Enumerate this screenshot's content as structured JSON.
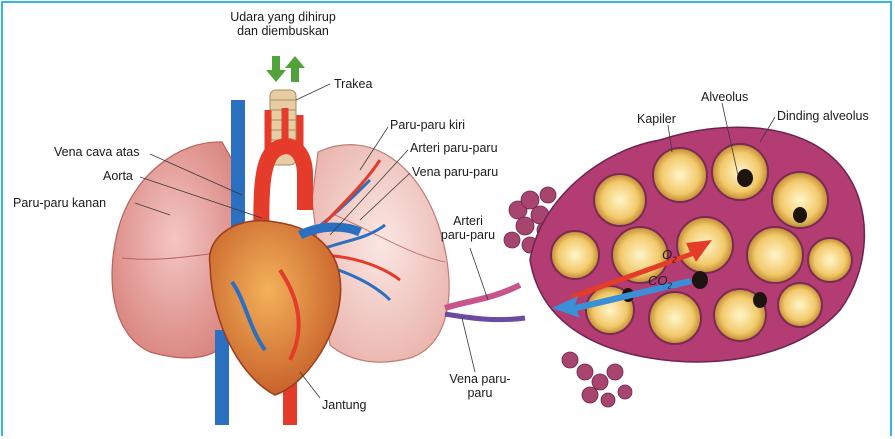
{
  "labels": {
    "air_line1": "Udara yang dihirup",
    "air_line2": "dan diembuskan",
    "trachea": "Trakea",
    "left_lung": "Paru-paru kiri",
    "pulmonary_artery": "Arteri paru-paru",
    "pulmonary_vein": "Vena paru-paru",
    "superior_vena_cava": "Vena cava atas",
    "aorta": "Aorta",
    "right_lung": "Paru-paru kanan",
    "heart": "Jantung",
    "capillary": "Kapiler",
    "alveolus": "Alveolus",
    "alveolar_wall": "Dinding alveolus",
    "zoom_artery_line1": "Arteri",
    "zoom_artery_line2": "paru-paru",
    "zoom_vein_line1": "Vena paru-",
    "zoom_vein_line2": "paru",
    "o2_letter": "O",
    "o2_sub": "2",
    "co2_letter": "CO",
    "co2_sub": "2"
  },
  "colors": {
    "frame": "#36b6e3",
    "lung": "#e9a6a4",
    "artery": "#e43b2a",
    "vein": "#2a6fc0",
    "arrow_in_out": "#4fa33a"
  }
}
